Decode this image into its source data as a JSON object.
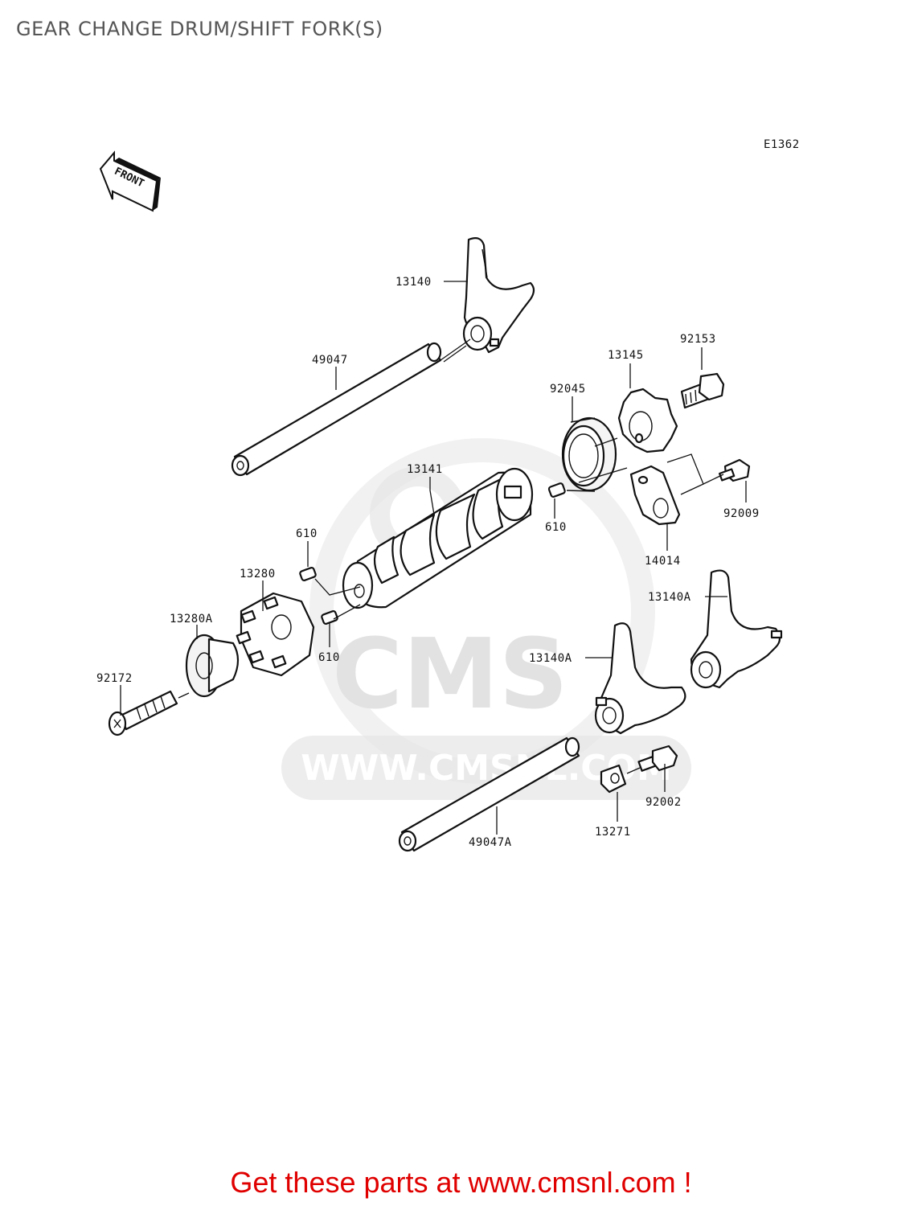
{
  "title": "GEAR CHANGE DRUM/SHIFT FORK(S)",
  "diagram_code": "E1362",
  "front_label": "FRONT",
  "watermark": {
    "logo_text": "CMS",
    "url_text": "WWW.CMSNL.COM"
  },
  "callouts": [
    {
      "id": "13140",
      "text": "13140"
    },
    {
      "id": "49047",
      "text": "49047"
    },
    {
      "id": "13145",
      "text": "13145"
    },
    {
      "id": "92153",
      "text": "92153"
    },
    {
      "id": "92045",
      "text": "92045"
    },
    {
      "id": "13141",
      "text": "13141"
    },
    {
      "id": "610a",
      "text": "610"
    },
    {
      "id": "610b",
      "text": "610"
    },
    {
      "id": "610c",
      "text": "610"
    },
    {
      "id": "92009",
      "text": "92009"
    },
    {
      "id": "14014",
      "text": "14014"
    },
    {
      "id": "13280",
      "text": "13280"
    },
    {
      "id": "13280A",
      "text": "13280A"
    },
    {
      "id": "13140A-1",
      "text": "13140A"
    },
    {
      "id": "13140A-2",
      "text": "13140A"
    },
    {
      "id": "92172",
      "text": "92172"
    },
    {
      "id": "92002",
      "text": "92002"
    },
    {
      "id": "49047A",
      "text": "49047A"
    },
    {
      "id": "13271",
      "text": "13271"
    }
  ],
  "footer": "Get these parts at www.cmsnl.com !",
  "colors": {
    "footer": "#e00000",
    "title": "#555555",
    "watermark": "#e2e2e2"
  }
}
